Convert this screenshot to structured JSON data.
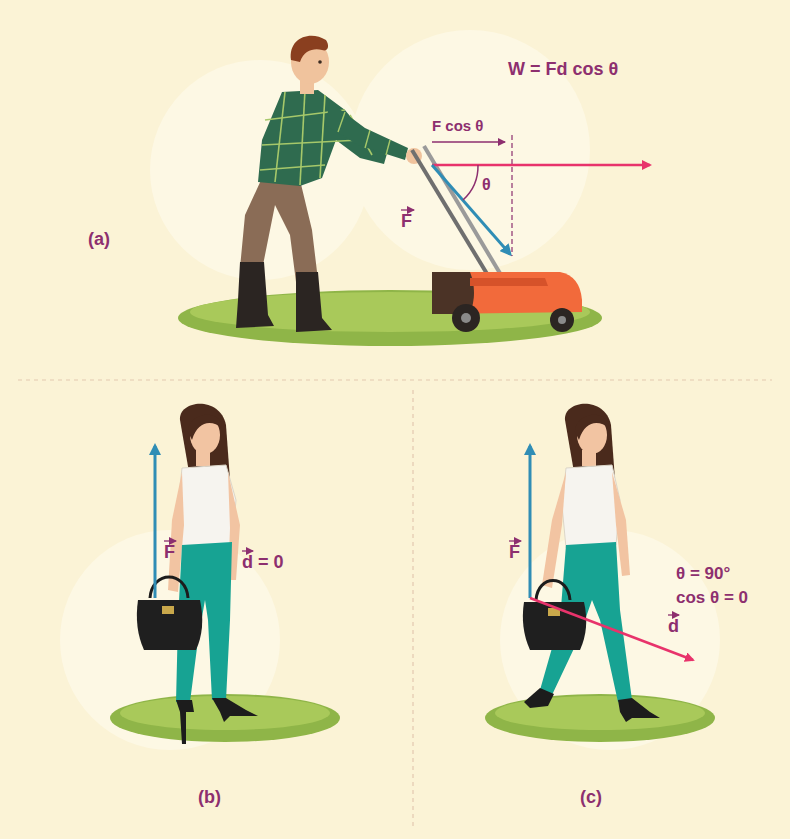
{
  "diagram": {
    "labels": [
      "W = Fd cos θ",
      "F cos θ",
      "θ",
      "F",
      "(a)",
      "F",
      "d = 0",
      "(b)",
      "F",
      "θ = 90°",
      "cos θ = 0",
      "d",
      "(c)"
    ]
  }
}
